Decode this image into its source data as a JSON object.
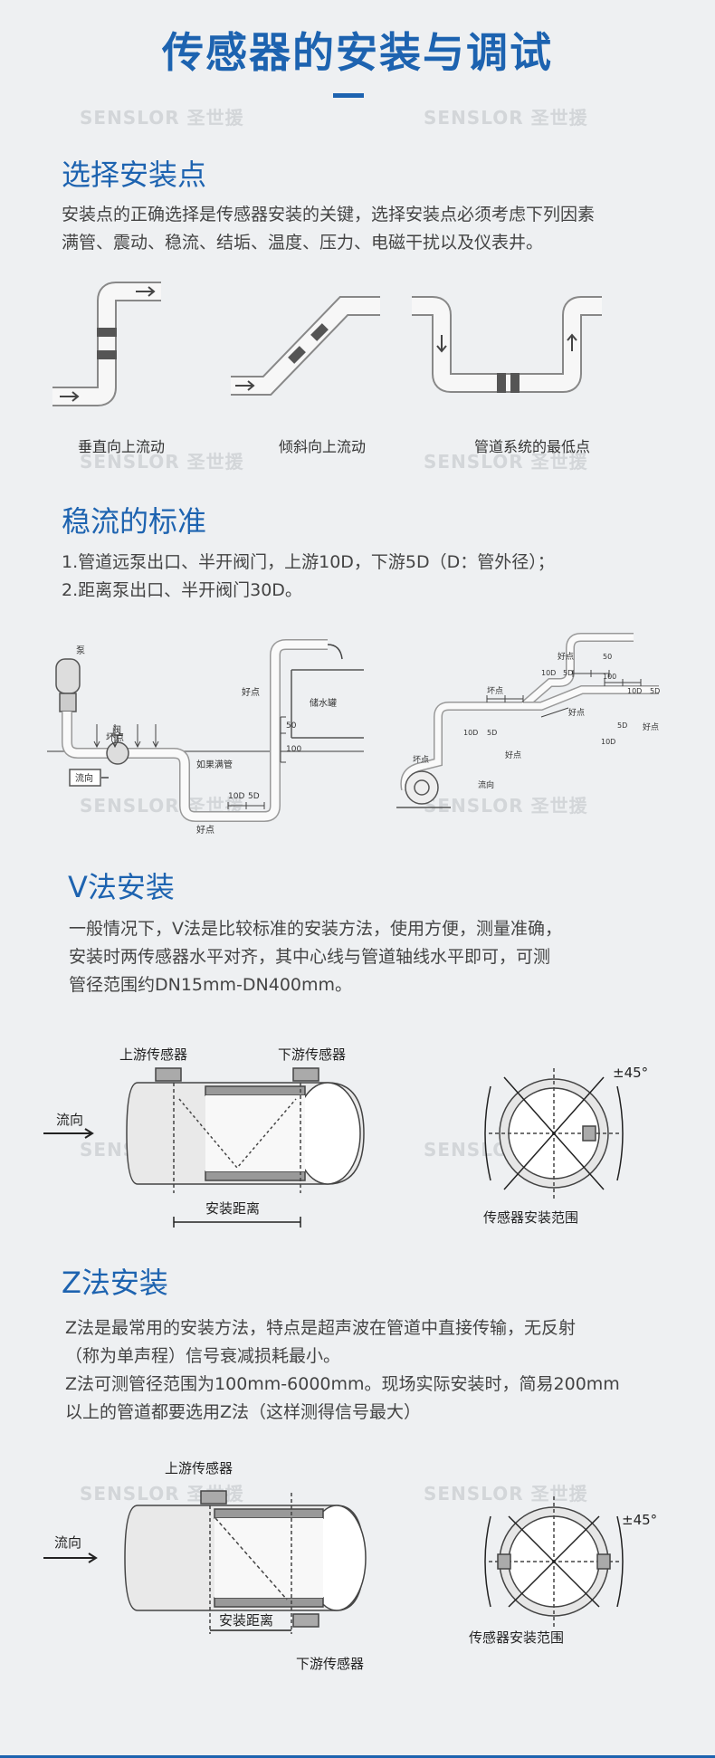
{
  "header": {
    "title": "传感器的安装与调试"
  },
  "watermark": {
    "text": "SENSLOR 圣世援"
  },
  "section1": {
    "heading": "选择安装点",
    "lines": [
      "安装点的正确选择是传感器安装的关键，选择安装点必须考虑下列因素",
      "满管、震动、稳流、结垢、温度、压力、电磁干扰以及仪表井。"
    ],
    "captions": [
      "垂直向上流动",
      "倾斜向上流动",
      "管道系统的最低点"
    ]
  },
  "section2": {
    "heading": "稳流的标准",
    "lines": [
      "1.管道远泵出口、半开阀门，上游10D，下游5D（D：管外径）；",
      "2.距离泵出口、半开阀门30D。"
    ],
    "left_labels": {
      "pump": "泵",
      "valve": "阀",
      "good": "好点",
      "bad": "坏点",
      "full_pipe": "如果满管",
      "flow": "流向",
      "tank": "储水罐",
      "d10": "10D",
      "d5": "5D",
      "d50": "50",
      "d100": "100",
      "good2": "好点"
    },
    "right_labels": {
      "good1": "好点",
      "bad1": "坏点",
      "good2": "好点",
      "good3": "好点",
      "good4": "好点",
      "bad2": "坏点",
      "flow": "流向",
      "d10a": "10D",
      "d5a": "5D",
      "d10b": "10D",
      "d5b": "5D",
      "d10c": "10D",
      "d5c": "5D",
      "d5d": "5D",
      "d10d": "10D",
      "d50": "50",
      "d100": "100"
    }
  },
  "section3": {
    "heading": "V法安装",
    "lines": [
      "一般情况下，V法是比较标准的安装方法，使用方便，测量准确，",
      "安装时两传感器水平对齐，其中心线与管道轴线水平即可，可测",
      "管径范围约DN15mm-DN400mm。"
    ],
    "labels": {
      "upstream": "上游传感器",
      "downstream": "下游传感器",
      "flow": "流向",
      "distance": "安装距离",
      "range": "传感器安装范围",
      "angle": "±45°"
    }
  },
  "section4": {
    "heading": "Z法安装",
    "lines": [
      "Z法是最常用的安装方法，特点是超声波在管道中直接传输，无反射",
      "（称为单声程）信号衰减损耗最小。",
      "Z法可测管径范围为100mm-6000mm。现场实际安装时，简易200mm",
      "以上的管道都要选用Z法（这样测得信号最大）"
    ],
    "labels": {
      "upstream": "上游传感器",
      "downstream": "下游传感器",
      "flow": "流向",
      "distance": "安装距离",
      "range": "传感器安装范围",
      "angle": "±45°"
    }
  }
}
